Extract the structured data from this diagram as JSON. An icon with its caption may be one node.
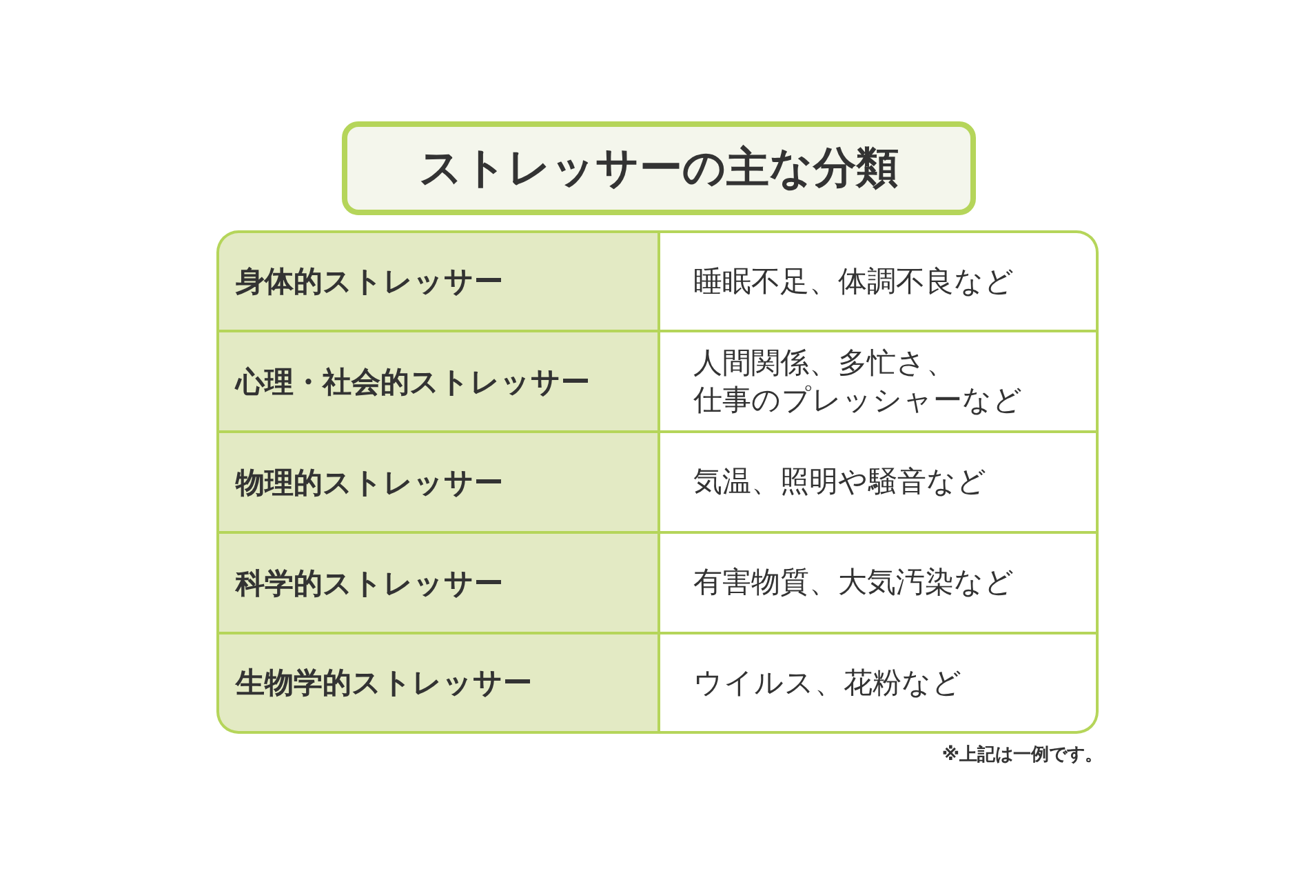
{
  "diagram": {
    "nodes": [
      {
        "text": [
          "ストレッサーの主な分類"
        ]
      }
    ],
    "labels": [
      "身体的ストレッサー",
      "睡眠不足、体調不良など",
      "心理・社会的ストレッサー",
      "人間関係、多忙さ、仕事のプレッシャーなど",
      "物理的ストレッサー",
      "気温、照明や騒音など",
      "科学的ストレッサー",
      "有害物質、大気汚染など",
      "生物学的ストレッサー",
      "ウイルス、花粉など",
      "※上記は一例です。"
    ]
  }
}
